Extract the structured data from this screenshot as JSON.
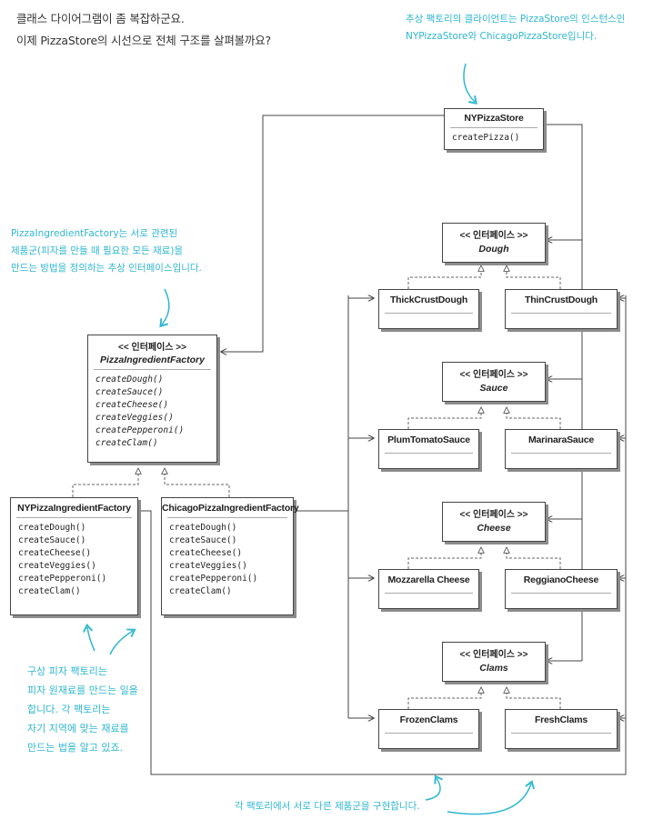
{
  "intro": {
    "line1": "클래스 다이어그램이 좀 복잡하군요.",
    "line2": "이제 PizzaStore의 시선으로 전체 구조를 살펴볼까요?"
  },
  "notes": {
    "top_right": [
      "추상 팩토리의 클라이언트는 PizzaStore의 인스턴스인",
      "NYPizzaStore와 ChicagoPizzaStore입니다."
    ],
    "left_mid": [
      "PizzaIngredientFactory는 서로 관련된",
      "제품군(피자를 만들 때 필요한 모든 재료)을",
      "만드는 방법을 정의하는 추상 인터페이스입니다."
    ],
    "bottom_left": [
      "구상 피자 팩토리는",
      "피자 원재료를 만드는 일을",
      "합니다. 각 팩토리는",
      "자기 지역에 맞는 재료를",
      "만드는 법을 알고 있죠."
    ],
    "bottom": "각 팩토리에서 서로 다른 제품군을 구현합니다."
  },
  "store": {
    "name": "NYPizzaStore",
    "methods": [
      "createPizza()"
    ]
  },
  "interface_label": "<< 인터페이스 >>",
  "factory": {
    "name": "PizzaIngredientFactory",
    "methods": [
      "createDough()",
      "createSauce()",
      "createCheese()",
      "createVeggies()",
      "createPepperoni()",
      "createClam()"
    ]
  },
  "ny_factory": {
    "name": "NYPizzaIngredientFactory",
    "methods": [
      "createDough()",
      "createSauce()",
      "createCheese()",
      "createVeggies()",
      "createPepperoni()",
      "createClam()"
    ]
  },
  "chicago_factory": {
    "name": "ChicagoPizzaIngredientFactory",
    "methods": [
      "createDough()",
      "createSauce()",
      "createCheese()",
      "createVeggies()",
      "createPepperoni()",
      "createClam()"
    ]
  },
  "products": {
    "dough": {
      "interface": "Dough",
      "left": "ThickCrustDough",
      "right": "ThinCrustDough"
    },
    "sauce": {
      "interface": "Sauce",
      "left": "PlumTomatoSauce",
      "right": "MarinaraSauce"
    },
    "cheese": {
      "interface": "Cheese",
      "left": "Mozzarella Cheese",
      "right": "ReggianoCheese"
    },
    "clams": {
      "interface": "Clams",
      "left": "FrozenClams",
      "right": "FreshClams"
    }
  }
}
